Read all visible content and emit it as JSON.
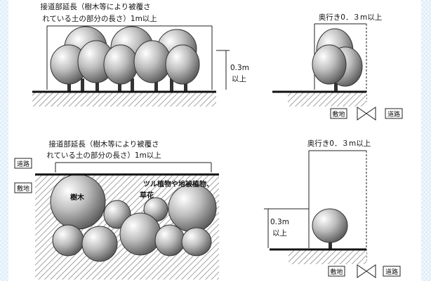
{
  "diagram": {
    "top_left": {
      "caption_line1": "接道部延長（樹木等により被覆さ",
      "caption_line2": "れている土の部分の長さ）1m以上",
      "height_value": "0.3m",
      "height_suffix": "以上"
    },
    "top_right": {
      "caption": "奥行き0．３m以上",
      "label_site": "敷地",
      "label_road": "道路"
    },
    "bottom_left": {
      "caption_line1": "接道部延長（樹木等により被覆さ",
      "caption_line2": "れている土の部分の長さ）1m以上",
      "label_road": "道路",
      "label_site": "敷地",
      "label_tree": "樹木",
      "label_plants_line1": "ツル植物や地被植物、",
      "label_plants_line2": "草花"
    },
    "bottom_right": {
      "caption": "奥行き0．３m以上",
      "height_value": "0.3m",
      "height_suffix": "以上",
      "label_site": "敷地",
      "label_road": "道路"
    }
  }
}
